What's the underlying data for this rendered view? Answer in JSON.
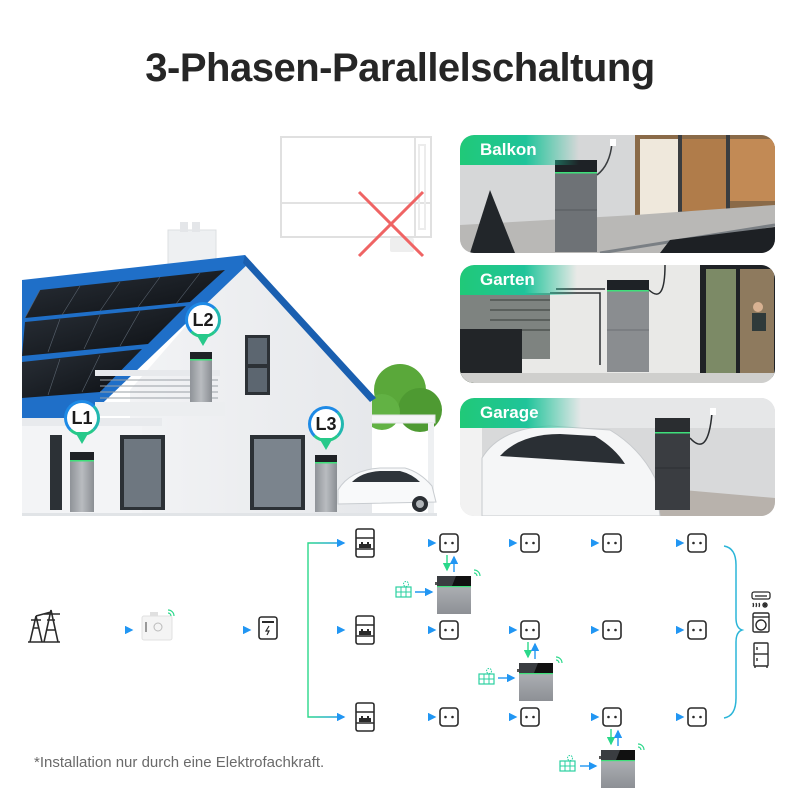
{
  "title": "3-Phasen-Parallelschaltung",
  "house": {
    "phases": [
      {
        "label": "L1"
      },
      {
        "label": "L2"
      },
      {
        "label": "L3"
      }
    ],
    "crossed_item": "ac-unit-outline"
  },
  "cards": [
    {
      "label": "Balkon"
    },
    {
      "label": "Garten"
    },
    {
      "label": "Garage"
    }
  ],
  "diagram": {
    "source_icons": [
      "power-grid-tower-icon",
      "smart-meter-icon",
      "electric-meter-icon"
    ],
    "rows": 3,
    "sockets_per_row": 4,
    "battery_positions": [
      {
        "row": 1,
        "socket": 1
      },
      {
        "row": 2,
        "socket": 2
      },
      {
        "row": 3,
        "socket": 3
      }
    ],
    "appliances": [
      "air-conditioner-icon",
      "washing-machine-icon",
      "refrigerator-icon"
    ],
    "colors": {
      "flow_start": "#2ad88a",
      "flow_end": "#2196f3",
      "solar": "#2ad0a0",
      "icon": "#2a2a2a",
      "brace": "#2bb5d8"
    }
  },
  "footnote": "*Installation nur durch eine Elektrofachkraft."
}
